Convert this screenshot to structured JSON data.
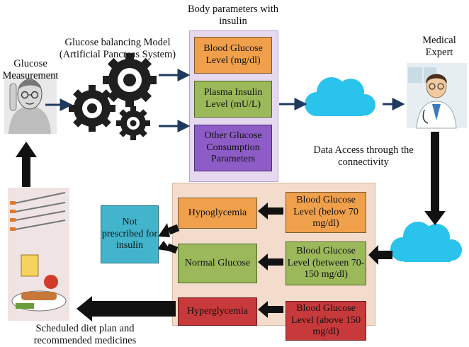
{
  "labels": {
    "glucose_measurement": "Glucose Measurement",
    "model": "Glucose balancing Model (Artificial Pancreas System)",
    "body_params": "Body parameters with insulin",
    "medical_expert": "Medical Expert",
    "data_access": "Data Access through the connectivity",
    "diet_plan": "Scheduled diet plan and recommended medicines"
  },
  "params": {
    "blood_glucose": "Blood Glucose Level (mg/dl)",
    "plasma_insulin": "Plasma Insulin Level (mU/L)",
    "other": "Other Glucose Consumption Parameters"
  },
  "levels": {
    "below": "Blood Glucose Level (below 70 mg/dl)",
    "between": "Blood Glucose Level (between 70-150 mg/dl)",
    "above": "Blood Glucose Level (above 150 mg/dl)"
  },
  "states": {
    "hypo": "Hypoglycemia",
    "normal": "Normal Glucose",
    "hyper": "Hyperglycemia"
  },
  "outcome": {
    "not_prescribed": "Not prescribed for insulin"
  },
  "colors": {
    "orange": "#f0a04b",
    "green": "#9bb85a",
    "purple": "#8e5cc6",
    "red": "#c8393b",
    "blue": "#42b4cc",
    "panel_purple": "#e6d8ee",
    "panel_tan": "#f3dccb",
    "arrow_navy": "#1f3a5f",
    "cloud": "#29c3ec"
  }
}
